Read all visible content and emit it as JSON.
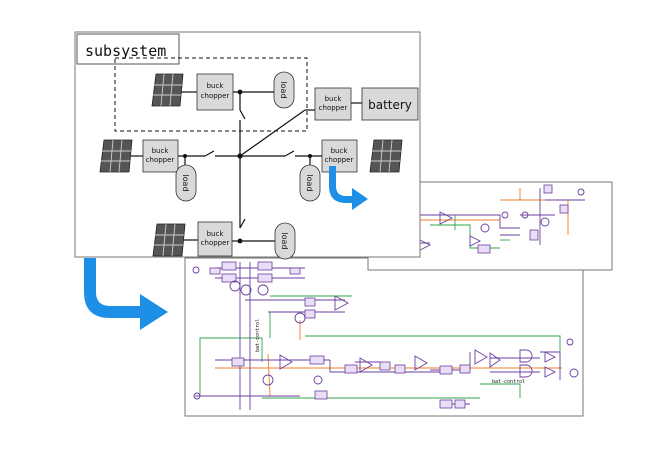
{
  "diagram": {
    "subsystem_label": "subsystem",
    "battery_label": "battery",
    "buck_line1": "buck",
    "buck_line2": "chopper",
    "load_label": "load",
    "schematic_net_label": "bat-control"
  },
  "colors": {
    "arrow": "#1d8fe6",
    "block_fill": "#d9d9d9",
    "panel_fill": "#555555",
    "wire": "#111111",
    "schem_purple": "#6b3fa0",
    "schem_green": "#2fa34a",
    "schem_orange": "#f07d2b"
  }
}
